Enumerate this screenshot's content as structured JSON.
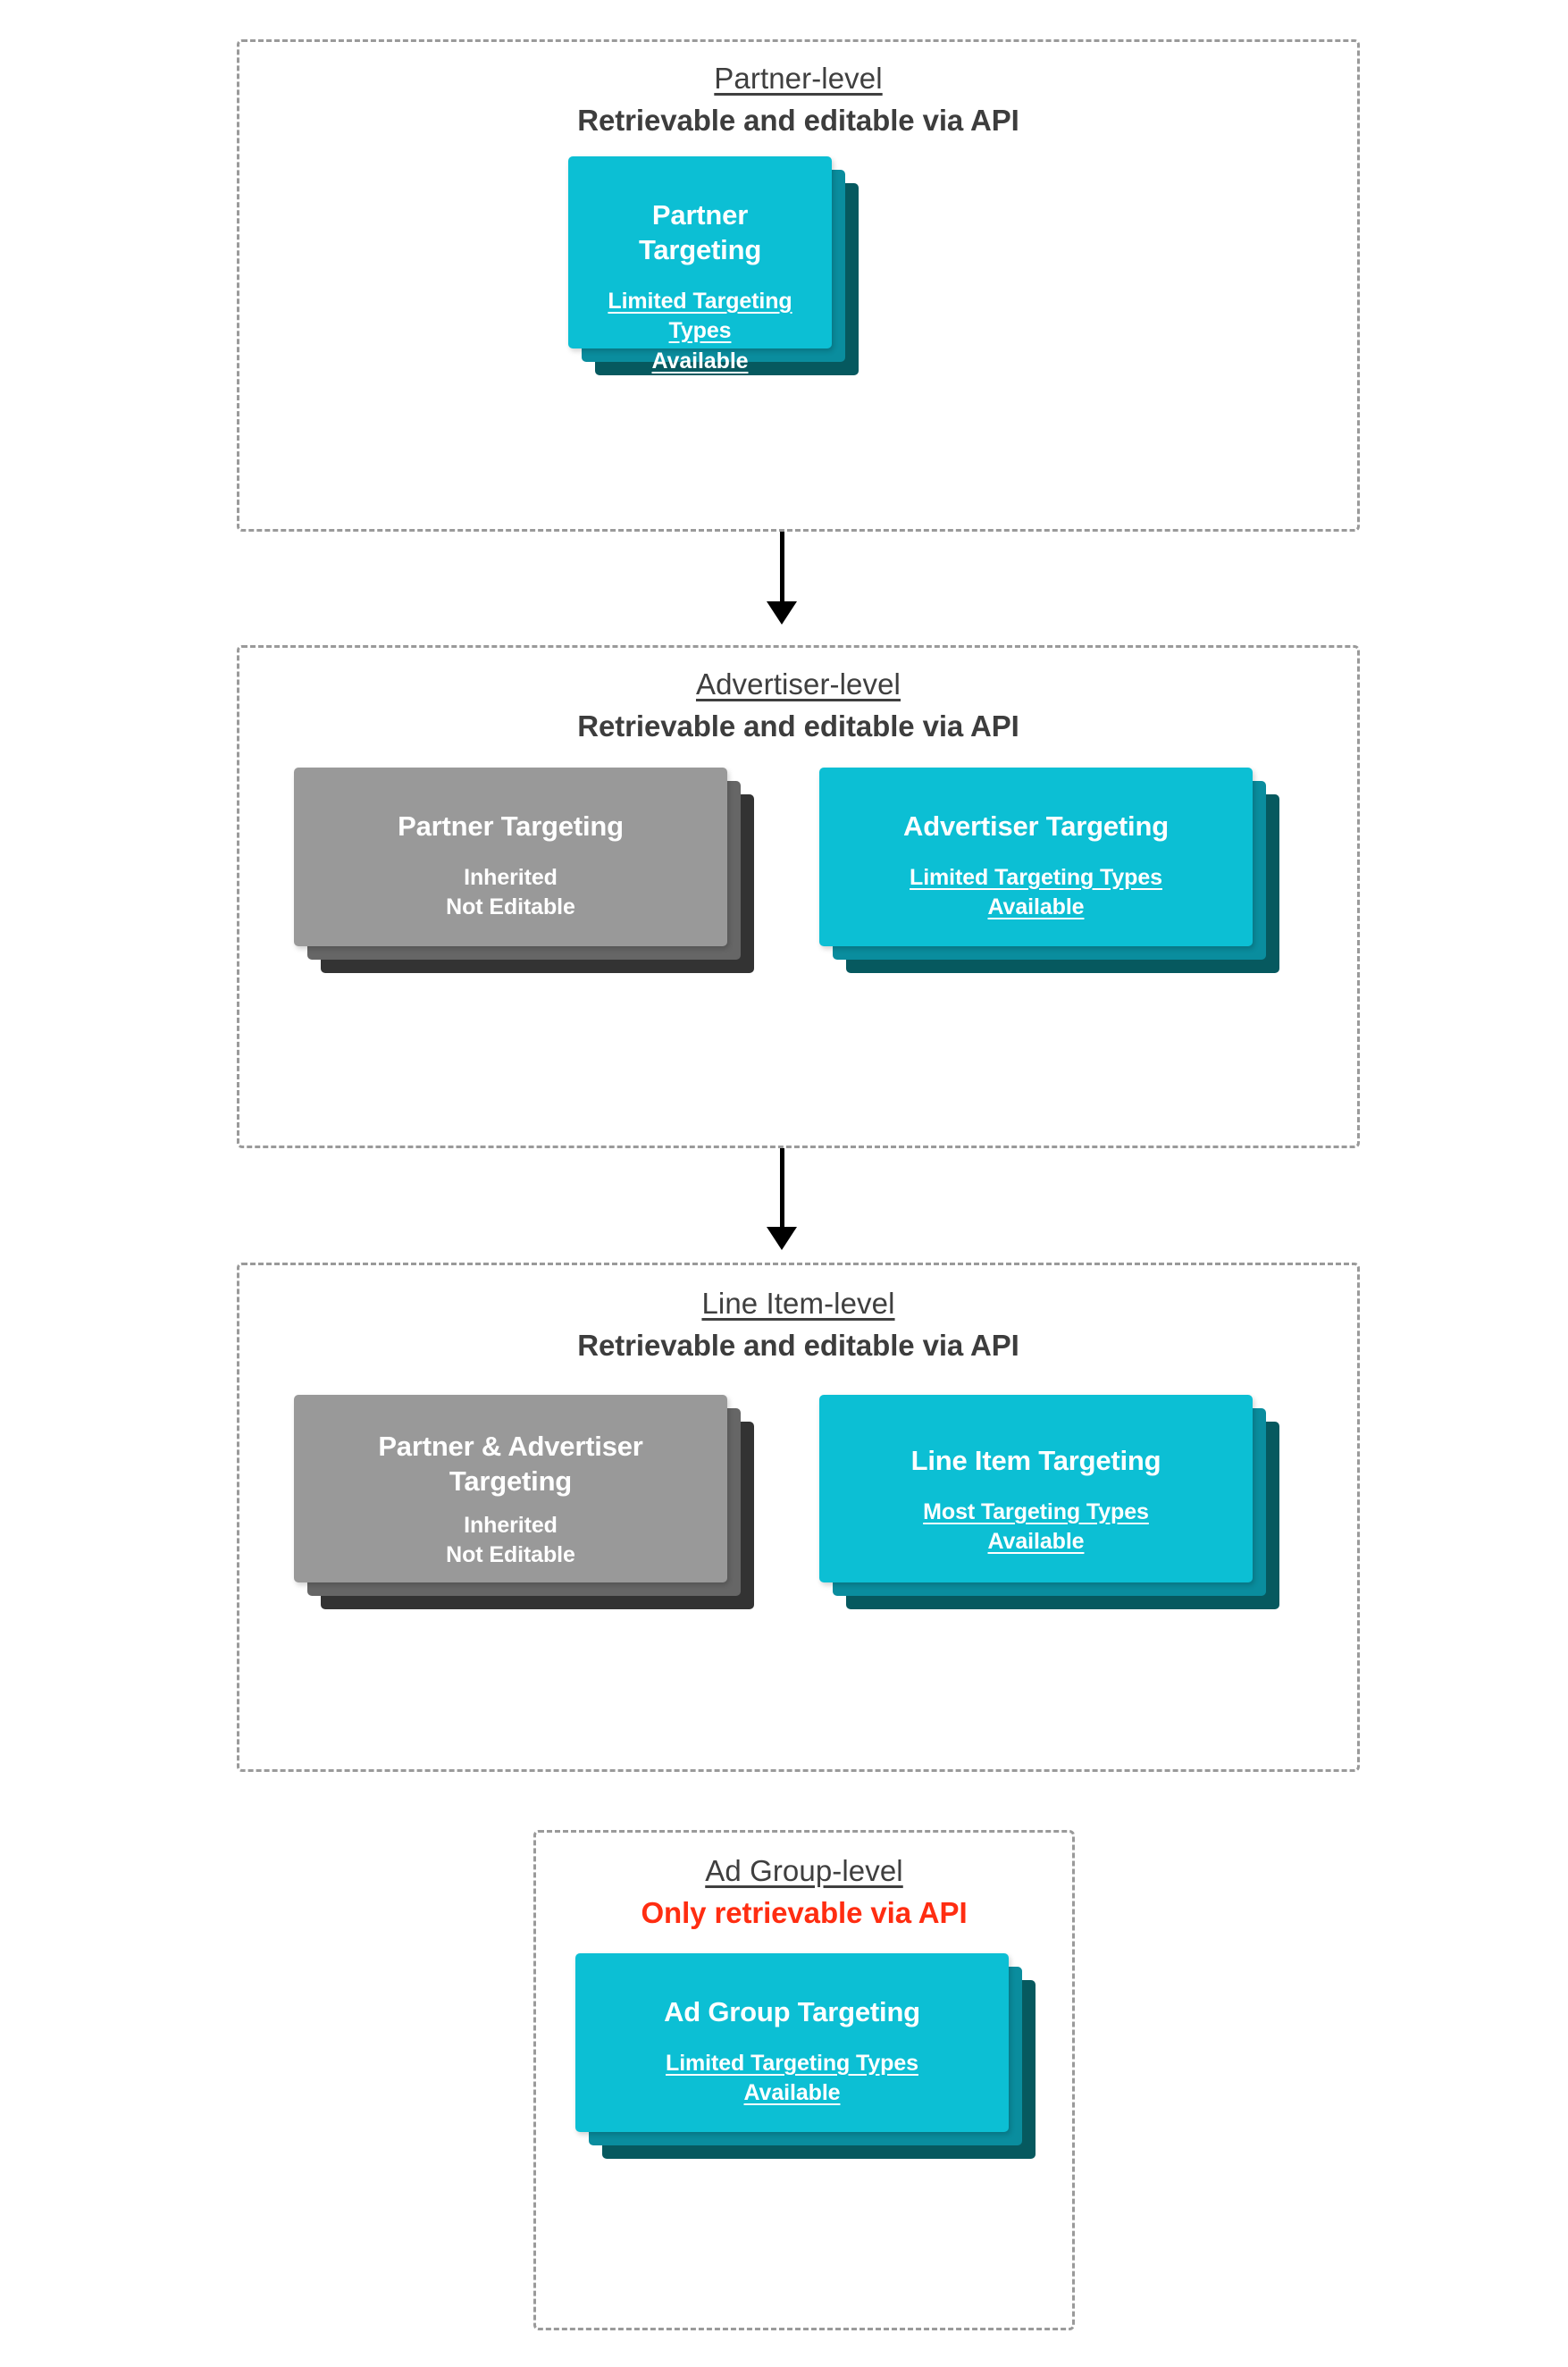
{
  "diagram": {
    "title": "Targeting inheritance across account levels",
    "colors": {
      "card_front": "#0CBFD4",
      "card_mid": "#0A8D9E",
      "card_back": "#06595F",
      "inherited_front": "#999999",
      "inherited_mid": "#666666",
      "inherited_back": "#333333",
      "heading_text": "#3F3F3F",
      "warning_text": "#FF2D11",
      "box_border": "#9A9A9A"
    },
    "levels": [
      {
        "id": "partner",
        "name": "Partner-level",
        "api_note": "Retrievable and editable via API",
        "api_note_warning": false,
        "cards": [
          {
            "id": "partner-targeting",
            "title": "Partner Targeting",
            "subtitle": "Limited Targeting Types Available",
            "subtitle_underlined": true,
            "style": "cyan"
          }
        ]
      },
      {
        "id": "advertiser",
        "name": "Advertiser-level",
        "api_note": "Retrievable and editable via API",
        "api_note_warning": false,
        "cards": [
          {
            "id": "inherited-partner-targeting",
            "title": "Partner Targeting",
            "subtitle": "Inherited Not Editable",
            "subtitle_underlined": false,
            "style": "gray"
          },
          {
            "id": "advertiser-targeting",
            "title": "Advertiser Targeting",
            "subtitle": "Limited Targeting Types Available",
            "subtitle_underlined": true,
            "style": "cyan"
          }
        ]
      },
      {
        "id": "line-item",
        "name": "Line Item-level",
        "api_note": "Retrievable and editable via API",
        "api_note_warning": false,
        "cards": [
          {
            "id": "inherited-partner-advertiser-targeting",
            "title": "Partner & Advertiser Targeting",
            "subtitle": "Inherited Not Editable",
            "subtitle_underlined": false,
            "style": "gray"
          },
          {
            "id": "line-item-targeting",
            "title": "Line Item Targeting",
            "subtitle": "Most Targeting Types Available",
            "subtitle_underlined": true,
            "style": "cyan"
          }
        ]
      },
      {
        "id": "ad-group",
        "name": "Ad Group-level",
        "api_note": "Only retrievable via API",
        "api_note_warning": true,
        "cards": [
          {
            "id": "ad-group-targeting",
            "title": "Ad Group Targeting",
            "subtitle": "Limited Targeting Types Available",
            "subtitle_underlined": true,
            "style": "cyan"
          }
        ]
      }
    ],
    "subtitle_lines": {
      "limited": [
        "Limited Targeting Types",
        "Available"
      ],
      "most": [
        "Most Targeting Types",
        "Available"
      ],
      "inherited": [
        "Inherited",
        "Not Editable"
      ]
    },
    "card_titles_wrapped": {
      "partner_advertiser": [
        "Partner & Advertiser",
        "Targeting"
      ]
    },
    "arrows": [
      {
        "id": "partner-to-advertiser",
        "from": "partner",
        "to": "advertiser",
        "direction": "down"
      },
      {
        "id": "advertiser-to-line-item",
        "from": "advertiser",
        "to": "line-item",
        "direction": "down"
      }
    ]
  }
}
